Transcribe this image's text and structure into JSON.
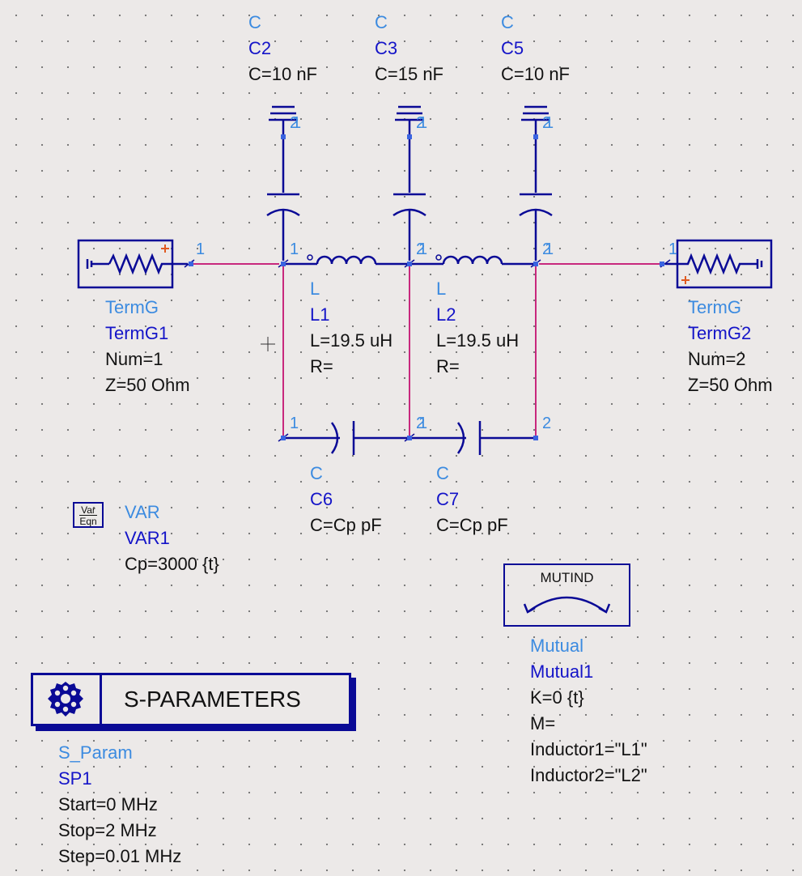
{
  "colors": {
    "wire": "#c8287d",
    "component": "#0a0a96",
    "pin_dot": "#3a64e0",
    "label_type": "#3c8be0",
    "label_name": "#1414c8",
    "label_param": "#121212",
    "plus_marker": "#e05a20",
    "background": "#ece9e8"
  },
  "components": {
    "c2": {
      "type": "C",
      "name": "C2",
      "param": "C=10 nF",
      "pins": [
        "2",
        "1"
      ]
    },
    "c3": {
      "type": "C",
      "name": "C3",
      "param": "C=15 nF",
      "pins": [
        "2",
        "1"
      ]
    },
    "c5": {
      "type": "C",
      "name": "C5",
      "param": "C=10 nF",
      "pins": [
        "2",
        "1"
      ]
    },
    "l1": {
      "type": "L",
      "name": "L1",
      "param1": "L=19.5 uH",
      "param2": "R=",
      "pin_left": "1",
      "pin_right": "2"
    },
    "l2": {
      "type": "L",
      "name": "L2",
      "param1": "L=19.5 uH",
      "param2": "R=",
      "pin_left": "1",
      "pin_right": "2"
    },
    "termg1": {
      "type": "TermG",
      "name": "TermG1",
      "num": "Num=1",
      "z": "Z=50 Ohm",
      "pin": "1"
    },
    "termg2": {
      "type": "TermG",
      "name": "TermG2",
      "num": "Num=2",
      "z": "Z=50 Ohm",
      "pin": "1"
    },
    "c6": {
      "type": "C",
      "name": "C6",
      "param": "C=Cp pF",
      "pin_left": "1",
      "pin_right": "2"
    },
    "c7": {
      "type": "C",
      "name": "C7",
      "param": "C=Cp pF",
      "pin_left": "1",
      "pin_right": "2"
    },
    "var": {
      "icon_top": "Var",
      "icon_bottom": "Eqn",
      "type": "VAR",
      "name": "VAR1",
      "param": "Cp=3000 {t}"
    },
    "mutual": {
      "block_title": "MUTIND",
      "type": "Mutual",
      "name": "Mutual1",
      "k": "K=0 {t}",
      "m": "M=",
      "ind1": "Inductor1=\"L1\"",
      "ind2": "Inductor2=\"L2\""
    },
    "sparam": {
      "block_title": "S-PARAMETERS",
      "type": "S_Param",
      "name": "SP1",
      "start": "Start=0 MHz",
      "stop": "Stop=2 MHz",
      "step": "Step=0.01 MHz"
    }
  },
  "icons": {
    "sparam_icon": "gear-network-icon",
    "mutind_icon": "coupling-arc-icon",
    "termg_icon": "resistor-ground-icon",
    "var_icon": "var-eqn-icon"
  }
}
